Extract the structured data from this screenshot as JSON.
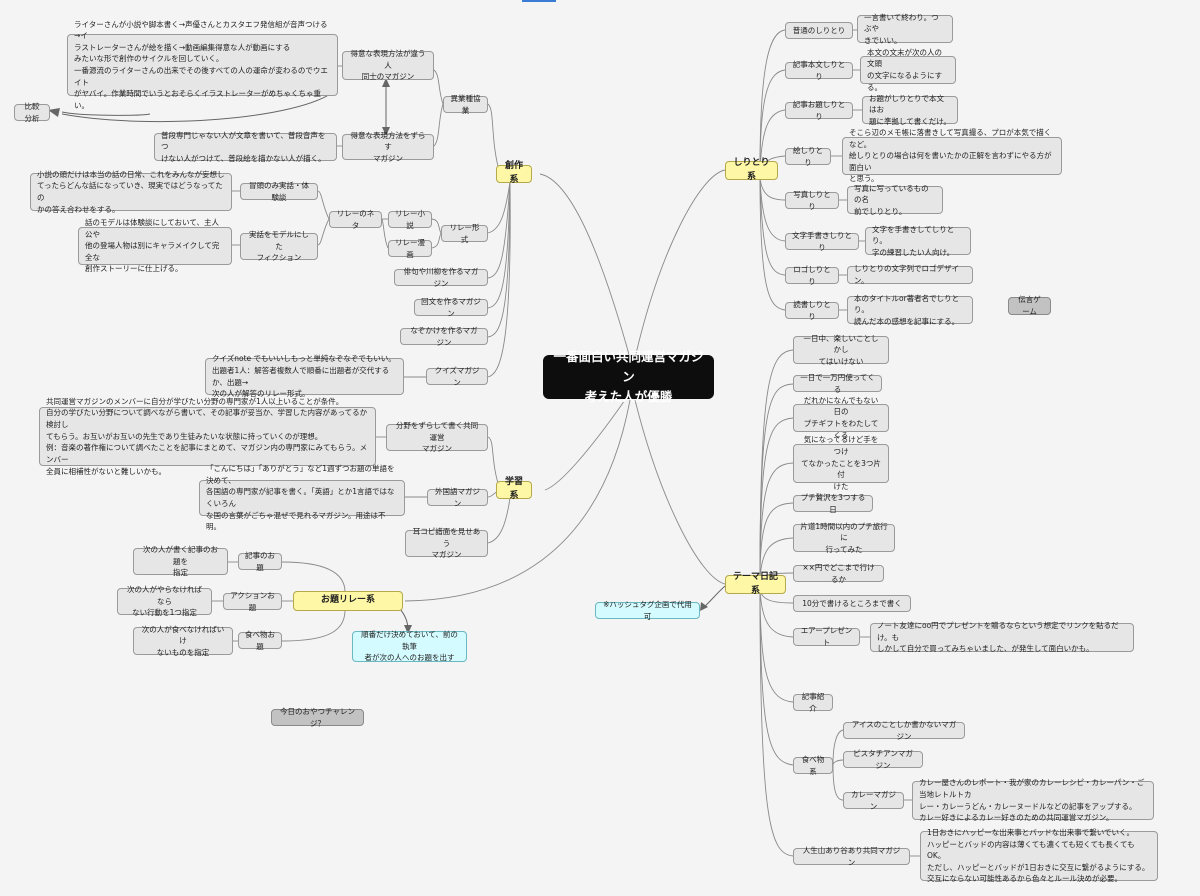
{
  "center": "一番面白い共同運営マガジン\n考えた人が優勝",
  "branches": {
    "sousaku": "創作系",
    "gakushu": "学習系",
    "odai": "お題リレー系",
    "shiritori": "しりとり系",
    "theme": "テーマ日記系"
  },
  "sousaku": {
    "ishugyokyogyo": "異業種協業",
    "tokui_chigau": "得意な表現方法が違う人\n同士のマガジン",
    "tokui_zurasu": "得意な表現方法をずらす\nマガジン",
    "tokui_chigau_desc": "ライターさんが小説や脚本書く→声優さんとカスタエフ発信組が音声つける→イ\nラストレーターさんが絵を描く→動画編集得意な人が動画にする\nみたいな形で創作のサイクルを回していく。\n一番源流のライターさんの出来でその後すべての人の運命が変わるのでウエイト\nがヤバイ。作業時間でいうとおそらくイラストレーターがめちゃくちゃ重い。",
    "tokui_zurasu_desc": "普段専門じゃない人が文章を書いて、普段音声をつ\nけない人がつけて、普段絵を描かない人が描く。",
    "hikaku": "比較分析",
    "relay_keishiki": "リレー形式",
    "relay_shosetsu": "リレー小説",
    "relay_manga": "リレー漫画",
    "relay_neta": "リレーのネタ",
    "boto_nomi": "冒頭のみ実話・体験談",
    "boto_desc": "小説の頭だけは本当の話の日常、これをみんなが妄想し\nてったらどんな話になっていき、現実ではどうなってたの\nかの答え合わせをする。",
    "jitsuwa_model": "実話をモデルにした\nフィクション",
    "jitsuwa_desc": "話のモデルは体験談にしておいて、主人公や\n他の登場人物は別にキャラメイクして完全な\n創作ストーリーに仕上げる。",
    "haiku": "俳句や川柳を作るマガジン",
    "kaibun": "回文を作るマガジン",
    "nazokake": "なぞかけを作るマガジン",
    "quiz": "クイズマガジン",
    "quiz_desc": "クイズnote でもいいしもっと単純なぞなぞでもいい。\n出題者1人：解答者複数人で順番に出題者が交代するか、出題→\n次の人が解答のリレー形式。"
  },
  "gakushu": {
    "bunya": "分野をずらして書く共同運営\nマガジン",
    "bunya_desc": "共同運営マガジンのメンバーに自分が学びたい分野の専門家が1人以上いることが条件。\n自分の学びたい分野について調べながら書いて、その記事が妥当か、学習した内容があってるか検討し\nてもらう。お互いがお互いの先生であり生徒みたいな状態に持っていくのが理想。\n例：音楽の著作権について調べたことを記事にまとめて、マガジン内の専門家にみてもらう。メンバー\n全員に相補性がないと難しいかも。",
    "gaikokugo": "外国語マガジン",
    "gaikokugo_desc": "「こんにちは」「ありがとう」など1週ずつお題の単語を決めて、\n各国語の専門家が記事を書く。「英語」とか1言語ではなくいろん\nな国の言葉がごちゃ混ぜで見れるマガジン。用途は不明。",
    "mimikopi": "耳コピ譜面を見せあう\nマガジン"
  },
  "odai": {
    "kiji": "記事のお題",
    "kiji_desc": "次の人が書く記事のお題を\n指定",
    "action": "アクションお題",
    "action_desc": "次の人がやらなければなら\nない行動を1つ指定",
    "tabemono": "食べ物お題",
    "tabemono_desc": "次の人が食べなければいけ\nないものを指定",
    "junban": "順番だけ決めておいて、前の執筆\n者が次の人へのお題を出す",
    "oyatsu": "今日のおやつチャレンジ？"
  },
  "shiritori": {
    "futsu": "普通のしりとり",
    "futsu_desc": "一言書いて終わり。つぶや\nきでいい。",
    "honbun": "記事本文しりとり",
    "honbun_desc": "本文の文末が次の人の文頭\nの文字になるようにする。",
    "odai": "記事お題しりとり",
    "odai_desc": "お題がしりとりで本文はお\n題に準拠して書くだけ。",
    "e": "絵しりとり",
    "e_desc": "そこら辺のメモ帳に落書きして写真撮る、プロが本気で描くなど。\n絵しりとりの場合は何を書いたかの正解を言わずにやる方が面白い\nと思う。",
    "shashin": "写真しりとり",
    "shashin_desc": "写真に写っているものの名\n前でしりとり。",
    "moji": "文字手書きしりとり",
    "moji_desc": "文字を手書きしてしりとり。\n字の練習したい人向け。",
    "logo": "ロゴしりとり",
    "logo_desc": "しりとりの文字列でロゴデザイン。",
    "dokusho": "読書しりとり",
    "dokusho_desc": "本のタイトルor著者名でしりとり。\n読んだ本の感想を記事にする。",
    "dengon": "伝言ゲーム"
  },
  "theme": {
    "ichinichi": "一日中、楽しいことしかし\nてはいけない",
    "ichiman": "一日で一万円使ってくる",
    "puchi_gift": "だれかになんでもない日の\nプチギフトをわたしてくる",
    "ki_ni_natte": "気になってるけど手をつけ\nてなかったことを3つ片付\nけた",
    "puchi_zeitaku": "プチ贅沢を3つする日",
    "katamichi": "片道1時間以内のプチ旅行に\n行ってみた",
    "xx_en": "××円でどこまで行けるか",
    "juppun": "10分で書けるところまで書く",
    "air_present": "エアープレゼント",
    "air_desc": "ノート友達にoo円でプレゼントを贈るならという想定でリンクを貼るだけ。も\nしかして自分で買ってみちゃいました、が発生して面白いかも。",
    "kiji_shokai": "記事紹介",
    "tabemono": "食べ物系",
    "ice": "アイスのことしか書かないマガジン",
    "pistachio": "ピスタチアンマガジン",
    "curry": "カレーマガジン",
    "curry_desc": "カレー屋さんのレポート・我が家のカレーレシピ・カレーパン・ご当地レトルトカ\nレー・カレーうどん・カレーヌードルなどの記事をアップする。\nカレー好きによるカレー好きのための共同運営マガジン。",
    "jinsei": "人生山あり谷あり共同マガジン",
    "jinsei_desc": "1日おきにハッピーな出来事とバッドな出来事で繋いでいく。\nハッピーとバッドの内容は薄くても濃くても短くても長くてもOK。\nただし、ハッピーとバッドが1日おきに交互に繋がるようにする。\n交互にならない可能性あるから色々とルール決めが必要。",
    "hashtag": "※ハッシュタグ企画で代用可"
  }
}
